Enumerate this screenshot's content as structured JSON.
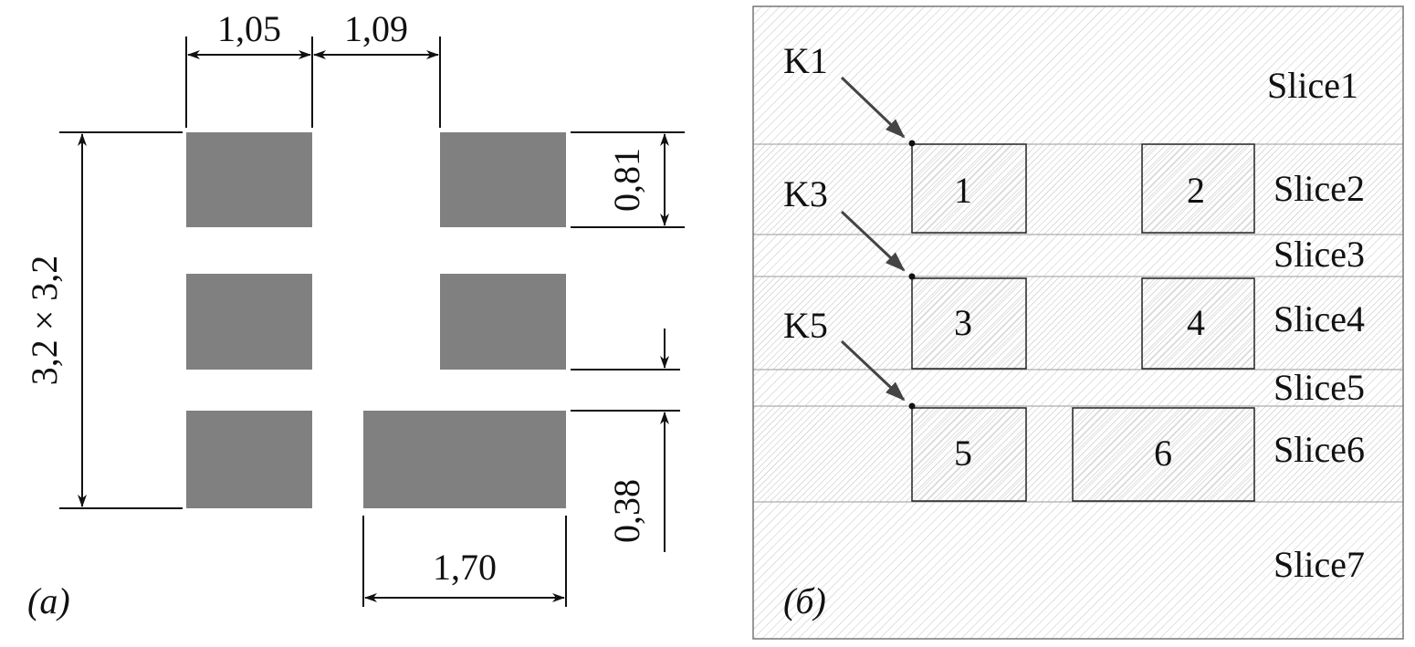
{
  "panel_a": {
    "caption": "(a)",
    "dims": {
      "pad_width": "1,05",
      "gap": "1,09",
      "package": "3,2 × 3,2",
      "pad_height": "0,81",
      "pad_spacing": "0,38",
      "wide_pad": "1,70"
    },
    "pad_color": "#808080"
  },
  "panel_b": {
    "caption": "(б)",
    "slices": [
      "Slice1",
      "Slice2",
      "Slice3",
      "Slice4",
      "Slice5",
      "Slice6",
      "Slice7"
    ],
    "pads": [
      "1",
      "2",
      "3",
      "4",
      "5",
      "6"
    ],
    "keypoints": [
      "K1",
      "K3",
      "K5"
    ]
  }
}
